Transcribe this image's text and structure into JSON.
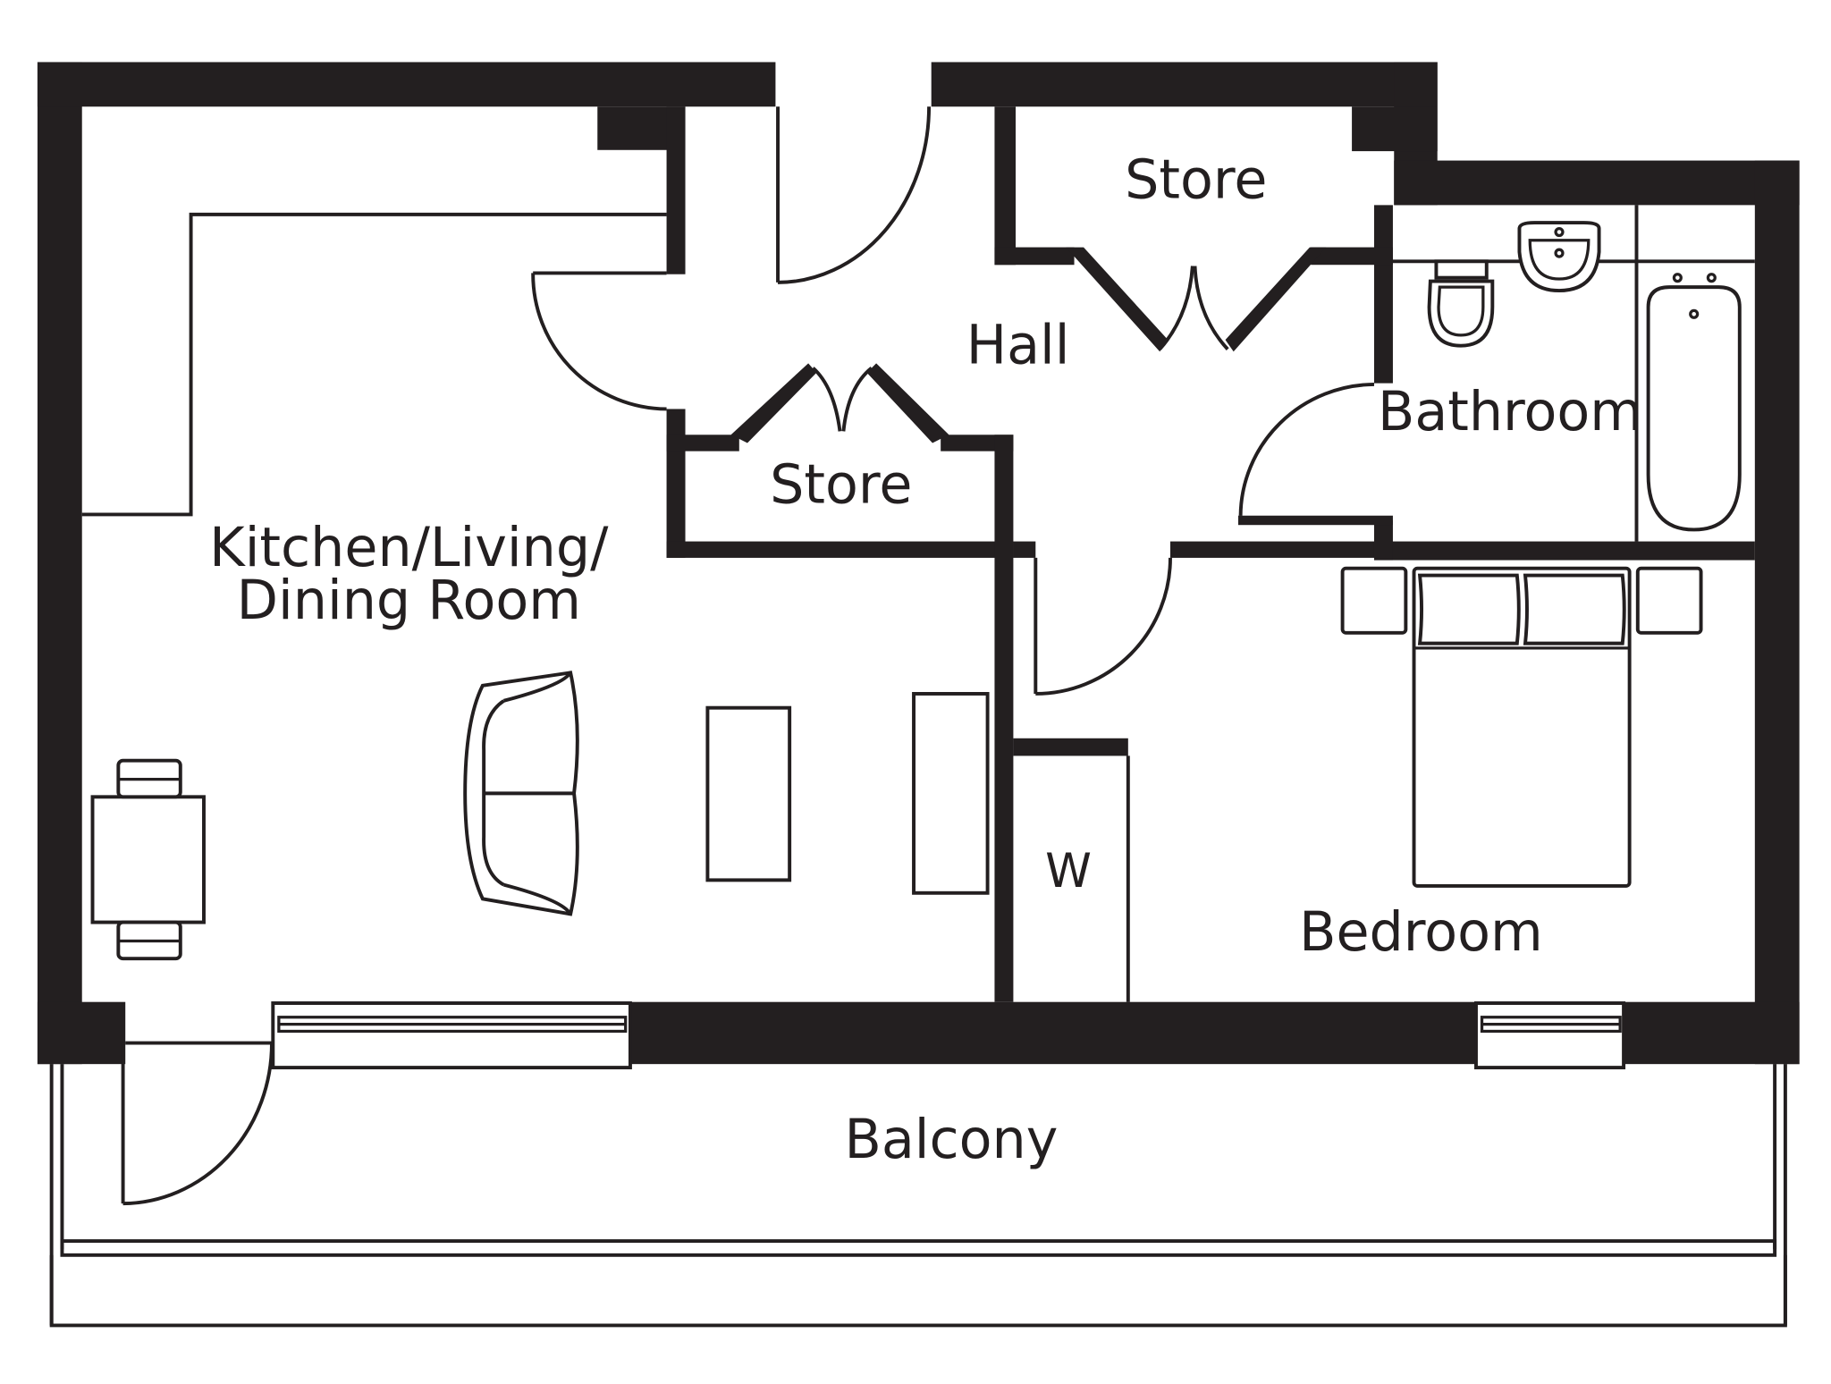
{
  "floorplan": {
    "rooms": {
      "kitchen_line1": "Kitchen/Living/",
      "kitchen_line2": "Dining Room",
      "hall": "Hall",
      "store_top": "Store",
      "store_mid": "Store",
      "bathroom": "Bathroom",
      "bedroom": "Bedroom",
      "wardrobe": "W",
      "balcony": "Balcony"
    },
    "colors": {
      "wall": "#231f20",
      "background": "#ffffff"
    }
  }
}
